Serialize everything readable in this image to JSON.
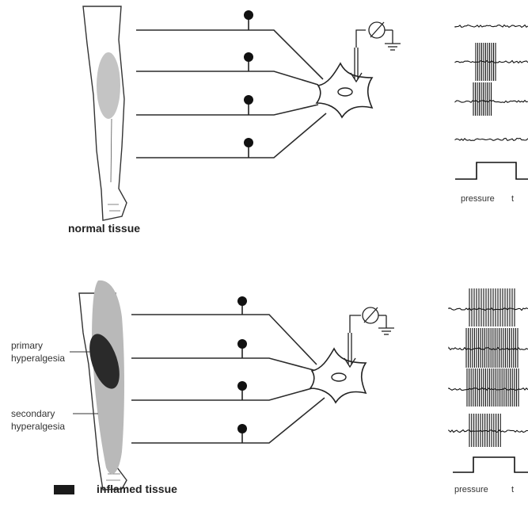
{
  "top_panel": {
    "caption": "normal tissue",
    "pressure_label": "pressure",
    "time_label": "t"
  },
  "bottom_panel": {
    "annotation_primary": [
      "primary",
      "hyperalgesia"
    ],
    "annotation_secondary": [
      "secondary",
      "hyperalgesia"
    ],
    "pressure_label": "pressure",
    "time_label": "t"
  },
  "legend": {
    "label": "inflamed tissue",
    "swatch_color": "#1a1a1a"
  },
  "colors": {
    "line": "#2b2b2b",
    "primary_area": "#2a2a2a",
    "secondary_area": "#b9b9b9",
    "normal_area": "#c4c4c4"
  },
  "icons": [
    "leg-outline-icon",
    "neuron-icon",
    "electrode-icon",
    "ground-icon",
    "synapse-knob-icon"
  ]
}
